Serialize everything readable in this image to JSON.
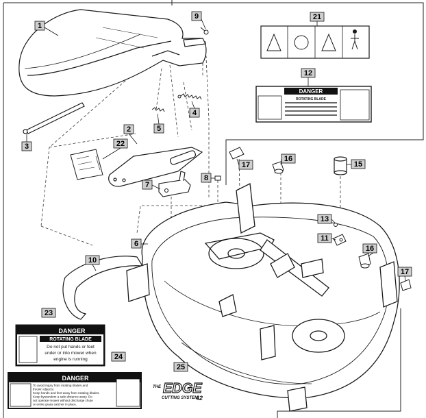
{
  "callouts": {
    "c1": "1",
    "c2": "2",
    "c3": "3",
    "c4": "4",
    "c5": "5",
    "c6": "6",
    "c7": "7",
    "c8": "8",
    "c9": "9",
    "c10": "10",
    "c11": "11",
    "c12": "12",
    "c13": "13",
    "c15": "15",
    "c16a": "16",
    "c16b": "16",
    "c17a": "17",
    "c17b": "17",
    "c21": "21",
    "c22": "22",
    "c23": "23",
    "c24": "24",
    "c25": "25"
  },
  "decal_12": {
    "header": "DANGER",
    "title": "ROTATING BLADE"
  },
  "decal_23": {
    "header": "DANGER",
    "title": "ROTATING BLADE",
    "line1": "Do not put hands or feet",
    "line2": "under or into mower when",
    "line3": "engine is running"
  },
  "decal_24": {
    "header": "DANGER",
    "line1": "To avoid injury from rotating blades and",
    "line2": "thrown objects:",
    "line3": "Keep hands and feet away from rotating blades.",
    "line4": "Keep bystanders a safe distance away. Do",
    "line5": "not operate mower without discharge chute",
    "line6": "or entire grass catcher in place."
  },
  "logo_25": {
    "brand": "EDGE",
    "prefix": "THE",
    "sub": "CUTTING SYSTEM",
    "size": "42"
  },
  "colors": {
    "line": "#1a1a1a",
    "decal_bg": "#111111",
    "callout_fill": "#cfcfcf"
  }
}
